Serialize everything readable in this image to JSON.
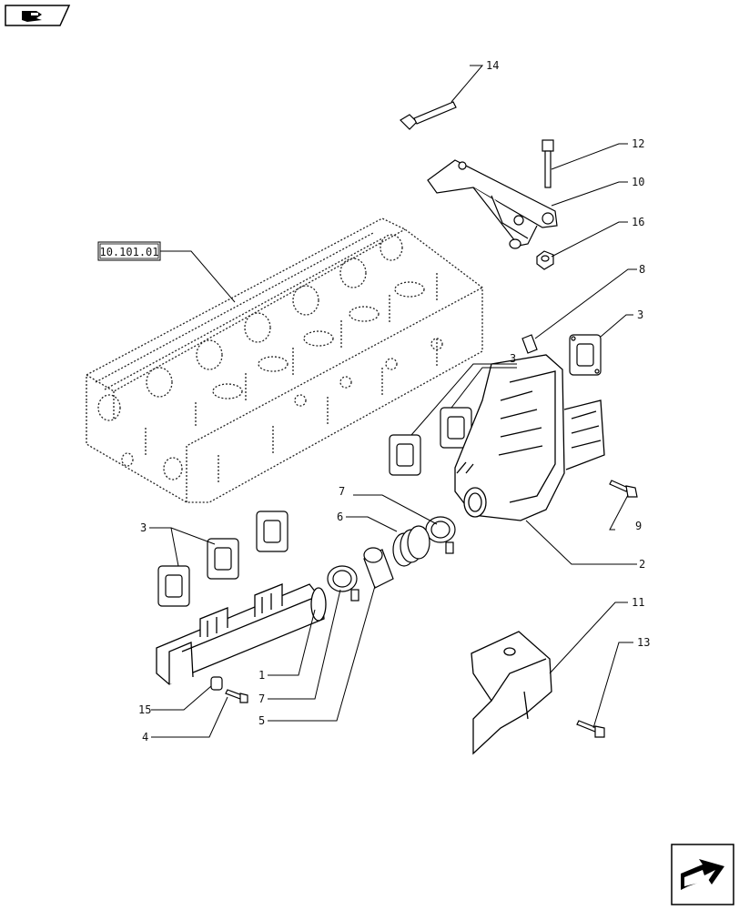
{
  "diagram": {
    "reference_label": "10.101.01",
    "callouts": [
      {
        "id": "c14",
        "text": "14"
      },
      {
        "id": "c12",
        "text": "12"
      },
      {
        "id": "c10",
        "text": "10"
      },
      {
        "id": "c16",
        "text": "16"
      },
      {
        "id": "c8",
        "text": "8"
      },
      {
        "id": "c3a",
        "text": "3"
      },
      {
        "id": "c3b",
        "text": "3"
      },
      {
        "id": "c3c",
        "text": "3"
      },
      {
        "id": "c7a",
        "text": "7"
      },
      {
        "id": "c6",
        "text": "6"
      },
      {
        "id": "c9",
        "text": "9"
      },
      {
        "id": "c2",
        "text": "2"
      },
      {
        "id": "c1",
        "text": "1"
      },
      {
        "id": "c7b",
        "text": "7"
      },
      {
        "id": "c5",
        "text": "5"
      },
      {
        "id": "c15",
        "text": "15"
      },
      {
        "id": "c4",
        "text": "4"
      },
      {
        "id": "c11",
        "text": "11"
      },
      {
        "id": "c13",
        "text": "13"
      }
    ]
  },
  "nav": {
    "top_icon": "pointing-hand-icon",
    "bottom_icon": "next-page-arrow-icon"
  }
}
